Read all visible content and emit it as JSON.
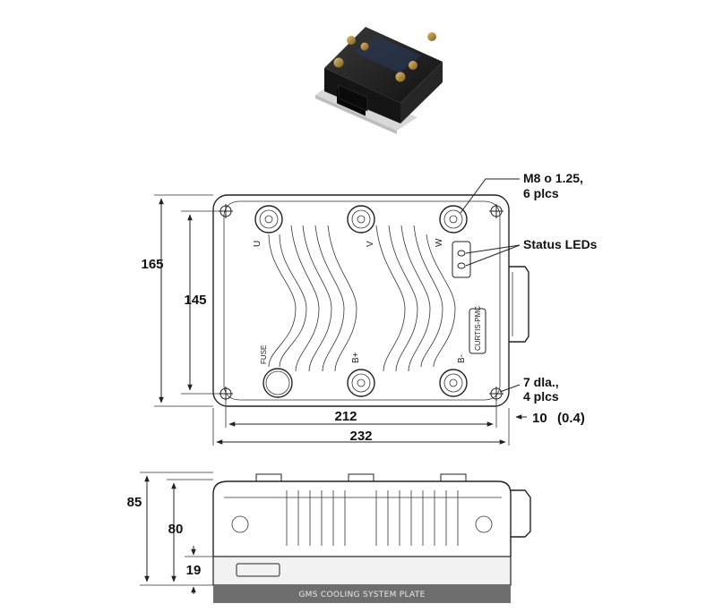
{
  "photo": {
    "description_icon": "motor-controller-photo"
  },
  "top_view": {
    "terminals": {
      "u": "U",
      "v": "V",
      "w": "W",
      "fuse": "FUSE",
      "b_plus": "B+",
      "b_minus": "B-"
    },
    "brand": "CURTIS-PMC",
    "callouts": {
      "bolt_line1": "M8 ο 1.25,",
      "bolt_line2": "6 plcs",
      "status_leds": "Status LEDs",
      "hole_line1": "7 dla.,",
      "hole_line2": "4 plcs"
    },
    "dims": {
      "height_outer": "165",
      "height_inner": "145",
      "width_inner": "212",
      "width_outer": "232",
      "offset": "10",
      "offset_inch": "(0.4)"
    }
  },
  "side_view": {
    "dims": {
      "h_total": "85",
      "h_body": "80",
      "h_base": "19"
    },
    "plate_label": "GMS COOLING SYSTEM PLATE"
  },
  "colors": {
    "line": "#222222",
    "plate": "#6e6e6e",
    "photo_body": "#1c1c1c",
    "bolt": "#b08a3a"
  }
}
